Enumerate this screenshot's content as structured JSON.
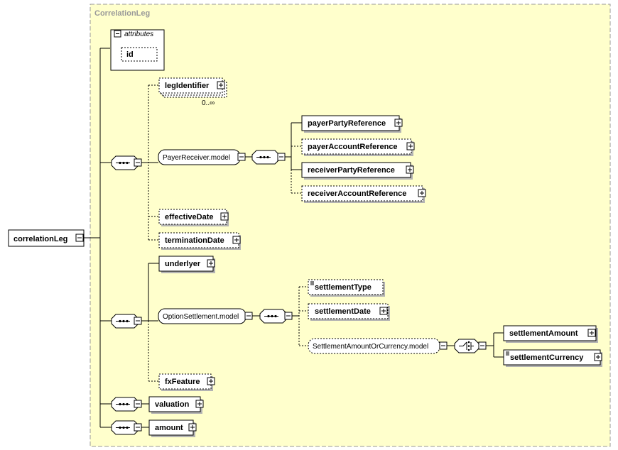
{
  "complex_type": "CorrelationLeg",
  "root": {
    "label": "correlationLeg"
  },
  "attributes": {
    "header": "attributes",
    "items": [
      "id"
    ]
  },
  "cardinality": {
    "legIdentifier": "0..∞"
  },
  "elements": {
    "legIdentifier": "legIdentifier",
    "payerReceiver_model": "PayerReceiver.model",
    "payerPartyReference": "payerPartyReference",
    "payerAccountReference": "payerAccountReference",
    "receiverPartyReference": "receiverPartyReference",
    "receiverAccountReference": "receiverAccountReference",
    "effectiveDate": "effectiveDate",
    "terminationDate": "terminationDate",
    "underlyer": "underlyer",
    "optionSettlement_model": "OptionSettlement.model",
    "settlementType": "settlementType",
    "settlementDate": "settlementDate",
    "settlementAmountOrCurrency_model": "SettlementAmountOrCurrency.model",
    "settlementAmount": "settlementAmount",
    "settlementCurrency": "settlementCurrency",
    "fxFeature": "fxFeature",
    "valuation": "valuation",
    "amount": "amount"
  },
  "colors": {
    "panel_bg": "#ffffcc",
    "panel_border": "#999999",
    "title_text": "#999999",
    "line": "#000000",
    "box_bg": "#ffffff",
    "shadow": "#b3b3b3"
  }
}
